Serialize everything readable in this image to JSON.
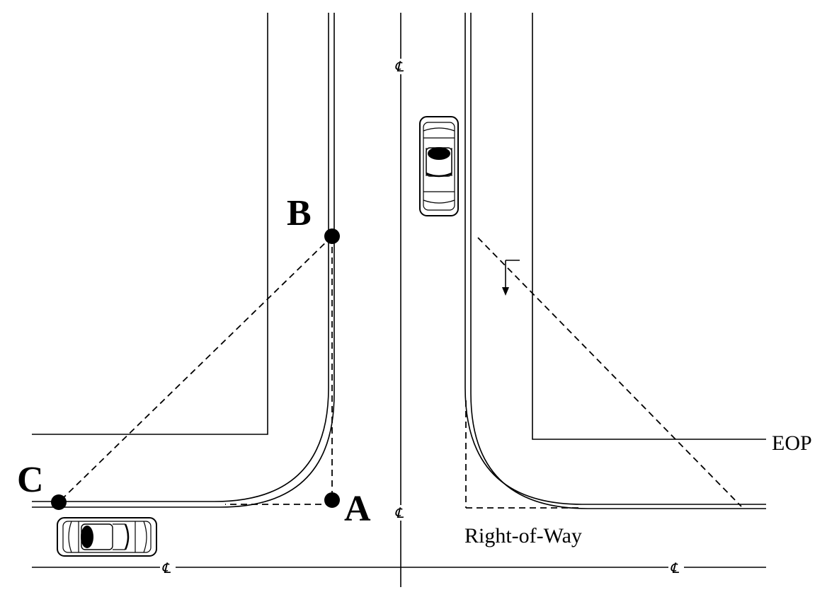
{
  "points": {
    "a": "A",
    "b": "B",
    "c": "C"
  },
  "labels": {
    "eop": "EOP",
    "right_of_way": "Right-of-Way"
  },
  "centerline_symbol": "℄",
  "colors": {
    "ink": "#000000",
    "background": "#ffffff"
  },
  "icons": [
    "car-icon",
    "stop-sign-icon"
  ]
}
